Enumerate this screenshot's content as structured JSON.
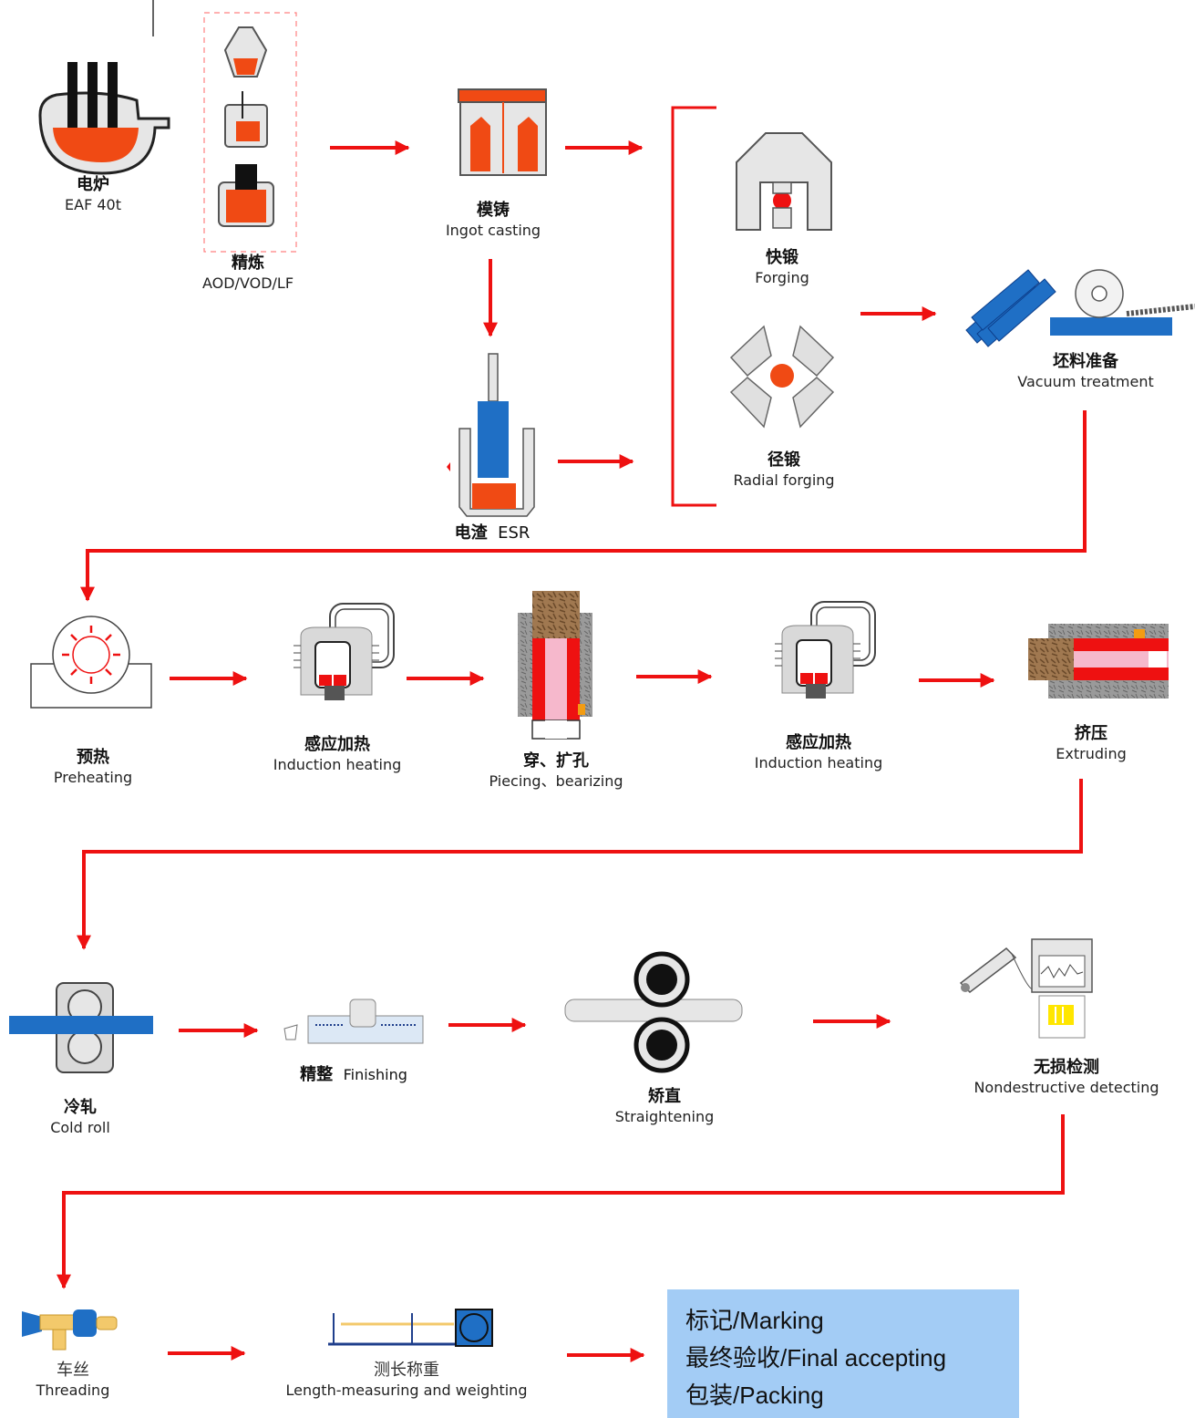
{
  "steps": {
    "eaf": {
      "zh": "电炉",
      "en": "EAF 40t"
    },
    "refining": {
      "zh": "精炼",
      "en": "AOD/VOD/LF"
    },
    "ingot": {
      "zh": "模铸",
      "en": "Ingot casting"
    },
    "esr": {
      "zh": "电渣",
      "en": "ESR"
    },
    "forging": {
      "zh": "快锻",
      "en": "Forging"
    },
    "radial": {
      "zh": "径锻",
      "en": "Radial forging"
    },
    "billet": {
      "zh": "坯料准备",
      "en": "Vacuum treatment"
    },
    "preheat": {
      "zh": "预热",
      "en": "Preheating"
    },
    "induction1": {
      "zh": "感应加热",
      "en": "Induction heating"
    },
    "piercing": {
      "zh": "穿、扩孔",
      "en": "Piecing、bearizing"
    },
    "induction2": {
      "zh": "感应加热",
      "en": "Induction heating"
    },
    "extruding": {
      "zh": "挤压",
      "en": "Extruding"
    },
    "coldroll": {
      "zh": "冷轧",
      "en": "Cold roll"
    },
    "finishing": {
      "zh": "精整",
      "en": "Finishing"
    },
    "straightening": {
      "zh": "矫直",
      "en": "Straightening"
    },
    "ndt": {
      "zh": "无损检测",
      "en": "Nondestructive detecting"
    },
    "threading": {
      "zh": "车丝",
      "en": "Threading"
    },
    "measuring": {
      "zh": "测长称重",
      "en": "Length-measuring and weighting"
    }
  },
  "final_box": {
    "lines": [
      "标记/Marking",
      "最终验收/Final accepting",
      "包装/Packing"
    ]
  },
  "colors": {
    "arrow": "#ee1111",
    "molten": "#f04a14",
    "blue": "#1f6fc5",
    "gray": "#d9d9d9",
    "box": "#a3ccf5"
  }
}
